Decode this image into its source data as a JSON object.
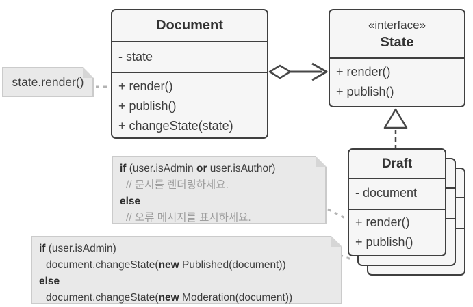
{
  "colors": {
    "box_border": "#3f3f3f",
    "box_fill": "#f6f6f6",
    "note_fill": "#e9e9e9",
    "note_border": "#cbcbcb",
    "relation_stroke": "#474747",
    "note_connector": "#b3b3b3",
    "comment_text": "#9e9e9e"
  },
  "classes": {
    "document": {
      "title": "Document",
      "attributes": [
        "- state"
      ],
      "methods": [
        "+ render()",
        "+ publish()",
        "+ changeState(state)"
      ]
    },
    "state": {
      "stereotype": "«interface»",
      "title": "State",
      "methods": [
        "+ render()",
        "+ publish()"
      ]
    },
    "draft": {
      "title": "Draft",
      "attributes": [
        "- document"
      ],
      "methods": [
        "+ render()",
        "+ publish()"
      ]
    }
  },
  "notes": {
    "call": {
      "text": "state.render()"
    },
    "render_logic": {
      "lines": [
        {
          "segments": [
            {
              "t": "if",
              "b": 1
            },
            {
              "t": " (user.isAdmin "
            },
            {
              "t": "or",
              "b": 1
            },
            {
              "t": " user.isAuthor)"
            }
          ]
        },
        {
          "comment": 1,
          "segments": [
            {
              "t": "// 문서를 렌더링하세요."
            }
          ]
        },
        {
          "segments": [
            {
              "t": "else",
              "b": 1
            }
          ]
        },
        {
          "comment": 1,
          "segments": [
            {
              "t": "// 오류 메시지를 표시하세요."
            }
          ]
        }
      ]
    },
    "publish_logic": {
      "lines": [
        {
          "segments": [
            {
              "t": "if",
              "b": 1
            },
            {
              "t": " (user.isAdmin)"
            }
          ]
        },
        {
          "indent": 1,
          "segments": [
            {
              "t": "document.changeState("
            },
            {
              "t": "new",
              "b": 1
            },
            {
              "t": " Published(document))"
            }
          ]
        },
        {
          "segments": [
            {
              "t": "else",
              "b": 1
            }
          ]
        },
        {
          "indent": 1,
          "segments": [
            {
              "t": "document.changeState("
            },
            {
              "t": "new",
              "b": 1
            },
            {
              "t": " Moderation(document))"
            }
          ]
        }
      ]
    }
  }
}
